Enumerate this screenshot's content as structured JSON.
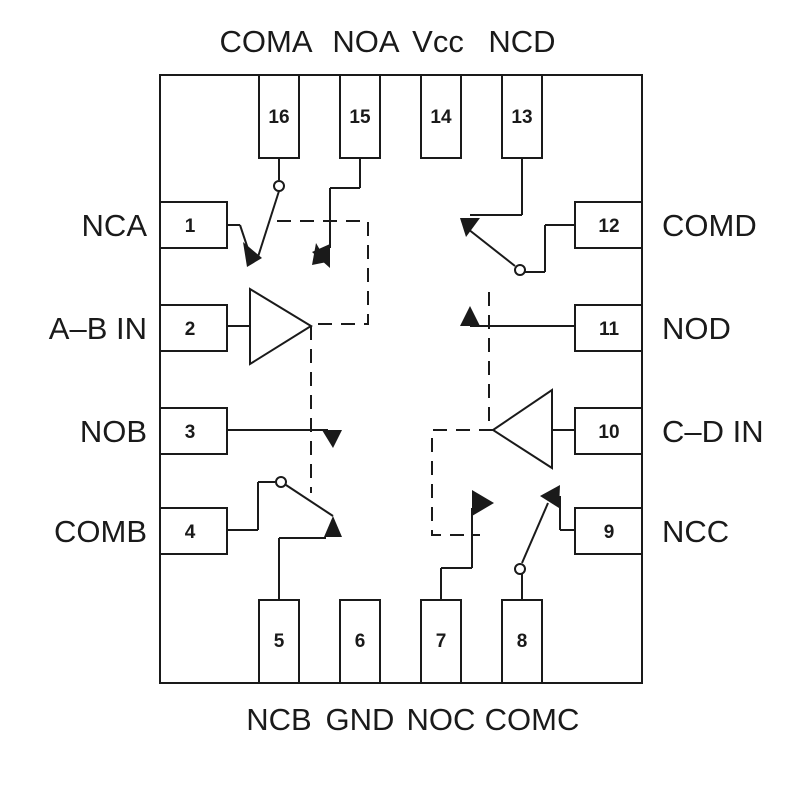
{
  "diagram": {
    "labels": {
      "pin16": "COMA",
      "pin15": "NOA",
      "pin14": "Vcc",
      "pin13": "NCD",
      "pin1": "NCA",
      "pin2": "A–B IN",
      "pin3": "NOB",
      "pin4": "COMB",
      "pin12": "COMD",
      "pin11": "NOD",
      "pin10": "C–D IN",
      "pin9": "NCC",
      "pin5": "NCB",
      "pin6": "GND",
      "pin7": "NOC",
      "pin8": "COMC"
    },
    "pins": {
      "p1": "1",
      "p2": "2",
      "p3": "3",
      "p4": "4",
      "p5": "5",
      "p6": "6",
      "p7": "7",
      "p8": "8",
      "p9": "9",
      "p10": "10",
      "p11": "11",
      "p12": "12",
      "p13": "13",
      "p14": "14",
      "p15": "15",
      "p16": "16"
    }
  }
}
